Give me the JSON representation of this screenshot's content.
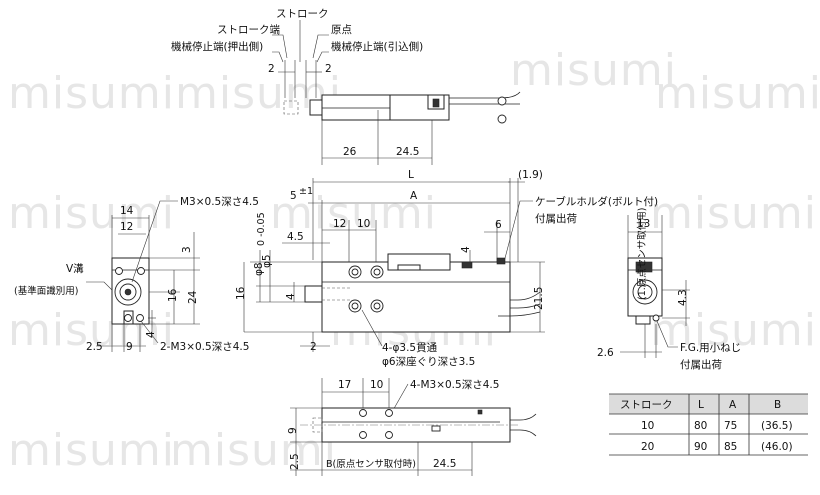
{
  "watermark": "misumi",
  "top_view": {
    "labels": {
      "stroke": "ストローク",
      "stroke_end": "ストローク端",
      "origin": "原点",
      "mech_stop_push": "機械停止端(押出側)",
      "mech_stop_retract": "機械停止端(引込側)",
      "gap_left": "2",
      "gap_right": "2",
      "dim_26": "26",
      "dim_24_5": "24.5"
    }
  },
  "side_view": {
    "labels": {
      "L": "L",
      "A": "A",
      "dim_1_9": "(1.9)",
      "dim_5": "5",
      "dim_5_tol": "±1",
      "cable_holder": "ケーブルホルダ(ボルト付)",
      "cable_holder_note": "付属出荷",
      "dim_12": "12",
      "dim_10": "10",
      "dim_6": "6",
      "dim_4_5": "4.5",
      "dim_4_top": "4",
      "dim_4_left": "4",
      "phi8": "φ8",
      "phi8_tol": "0 -0.05",
      "phi5": "φ5",
      "dim_16": "16",
      "dim_21_5": "21.5",
      "dim_2": "2",
      "hole_note_1": "4-φ3.5貫通",
      "hole_note_2": "φ6深座ぐり深さ3.5"
    }
  },
  "left_view": {
    "labels": {
      "dim_14": "14",
      "dim_12": "12",
      "m3_note": "M3×0.5深さ4.5",
      "dim_3": "3",
      "dim_16": "16",
      "dim_24": "24",
      "dim_4": "4",
      "v_groove": "V溝",
      "v_groove_note": "(基準面識別用)",
      "dim_2_5": "2.5",
      "dim_9": "9",
      "m3_note_2": "2-M3×0.5深さ4.5"
    }
  },
  "right_view": {
    "labels": {
      "dim_13": "13",
      "sensor_note": "(1.原点センサ取付用)",
      "dim_4_3": "4.3",
      "dim_2_6": "2.6",
      "fg_screw": "F.G.用小ねじ",
      "fg_note": "付属出荷"
    }
  },
  "bottom_view": {
    "labels": {
      "dim_17": "17",
      "dim_10": "10",
      "m3_note": "4-M3×0.5深さ4.5",
      "dim_9": "9",
      "dim_2_5": "2.5",
      "b_note": "B(原点センサ取付時)",
      "dim_24_5": "24.5"
    }
  },
  "table": {
    "headers": [
      "ストローク",
      "L",
      "A",
      "B"
    ],
    "rows": [
      [
        "10",
        "80",
        "75",
        "(36.5)"
      ],
      [
        "20",
        "90",
        "85",
        "(46.0)"
      ]
    ]
  }
}
